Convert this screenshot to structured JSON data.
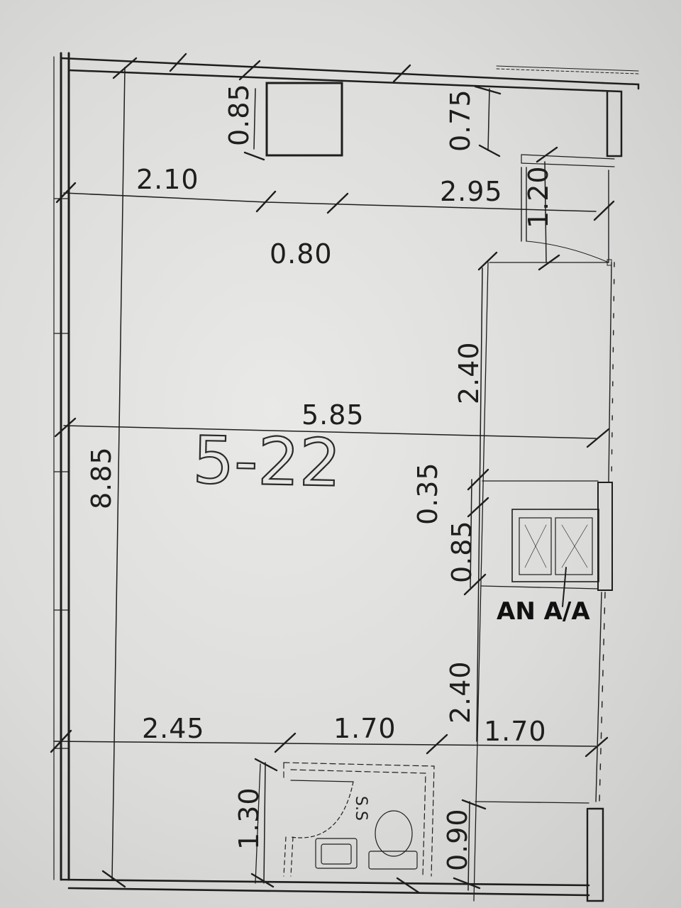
{
  "plan": {
    "room_label": "5-22",
    "equipment_label": "AN A/A",
    "ss_label": "S.S"
  },
  "dims": {
    "d_0_85_top": "0.85",
    "d_0_75": "0.75",
    "d_2_10": "2.10",
    "d_2_95": "2.95",
    "d_1_20": "1.20",
    "d_0_80": "0.80",
    "d_2_40_top": "2.40",
    "d_5_85": "5.85",
    "d_8_85": "8.85",
    "d_0_35": "0.35",
    "d_0_85_mid": "0.85",
    "d_2_40_bottom": "2.40",
    "d_2_45": "2.45",
    "d_1_70_left": "1.70",
    "d_1_70_right": "1.70",
    "d_1_30": "1.30",
    "d_0_90": "0.90"
  },
  "colors": {
    "line": "#1e1e1e",
    "paper": "#e3e3e1"
  }
}
